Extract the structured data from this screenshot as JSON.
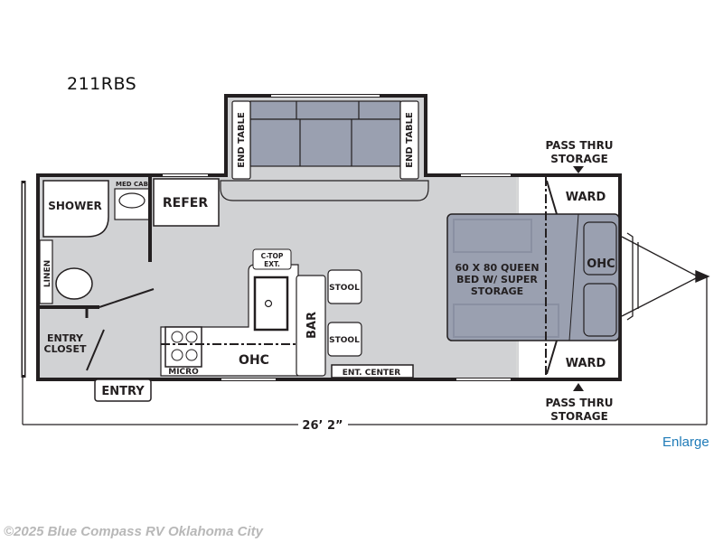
{
  "title": "211RBS",
  "floorplan": {
    "labels": {
      "shower": "SHOWER",
      "med_cab": "MED CAB",
      "refer": "REFER",
      "linen": "LINEN",
      "entry_closet_1": "ENTRY",
      "entry_closet_2": "CLOSET",
      "entry": "ENTRY",
      "micro": "MICRO",
      "ohc_kitchen": "OHC",
      "ctop_1": "C-TOP",
      "ctop_2": "EXT.",
      "bar": "BAR",
      "stool_1": "STOOL",
      "stool_2": "STOOL",
      "ent_center": "ENT. CENTER",
      "end_table_left": "END TABLE",
      "end_table_right": "END TABLE",
      "bed_1": "60 X 80 QUEEN",
      "bed_2": "BED W/ SUPER",
      "bed_3": "STORAGE",
      "ohc_bedroom": "OHC",
      "ward_top": "WARD",
      "ward_bottom": "WARD",
      "pass_thru_top_1": "PASS THRU",
      "pass_thru_top_2": "STORAGE",
      "pass_thru_bottom_1": "PASS THRU",
      "pass_thru_bottom_2": "STORAGE"
    },
    "dimension": "26’ 2”",
    "colors": {
      "wall": "#231f20",
      "floor": "#d1d2d4",
      "furniture": "#9aa0b0",
      "furniture_dark": "#8a90a2"
    }
  },
  "enlarge_link": "Enlarge",
  "copyright": "©2025 Blue Compass RV Oklahoma City"
}
